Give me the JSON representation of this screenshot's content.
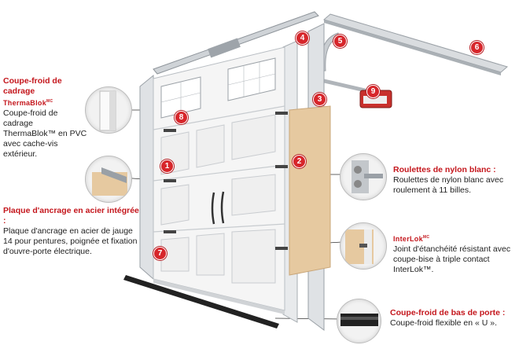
{
  "badges": [
    "1",
    "2",
    "3",
    "4",
    "5",
    "6",
    "7",
    "8",
    "9"
  ],
  "callouts": {
    "thermablok": {
      "title": "Coupe-froid de cadrage",
      "brand": "ThermaBlok",
      "brand_mark": "MC",
      "body": "Coupe-froid de cadrage\nThermaBlok™ en PVC\navec cache-vis extérieur."
    },
    "plaque": {
      "title": "Plaque d'ancrage en acier intégrée :",
      "body": "Plaque d'ancrage en acier de jauge\n14 pour pentures, poignée et fixation\nd'ouvre-porte électrique."
    },
    "roulettes": {
      "title": "Roulettes de nylon blanc :",
      "body": "Roulettes de nylon blanc avec\nroulement à 11 billes."
    },
    "interlok": {
      "brand": "InterLok",
      "brand_mark": "MC",
      "body": "Joint d'étanchéité résistant avec\ncoupe-bise à triple contact\nInterLok™."
    },
    "bas_porte": {
      "title": "Coupe-froid de bas de porte :",
      "body": "Coupe-froid flexible en « U »."
    }
  },
  "colors": {
    "accent_red": "#c4161c",
    "door_white": "#f5f5f5",
    "frame_grey": "#b8bcc0",
    "insulation": "#e6c9a0"
  },
  "icons": [
    "badge-number",
    "zoom-detail-thermablok",
    "zoom-detail-anchor-plate",
    "zoom-detail-roller",
    "zoom-detail-interlok",
    "zoom-detail-bottom-seal",
    "garage-door-illustration"
  ]
}
